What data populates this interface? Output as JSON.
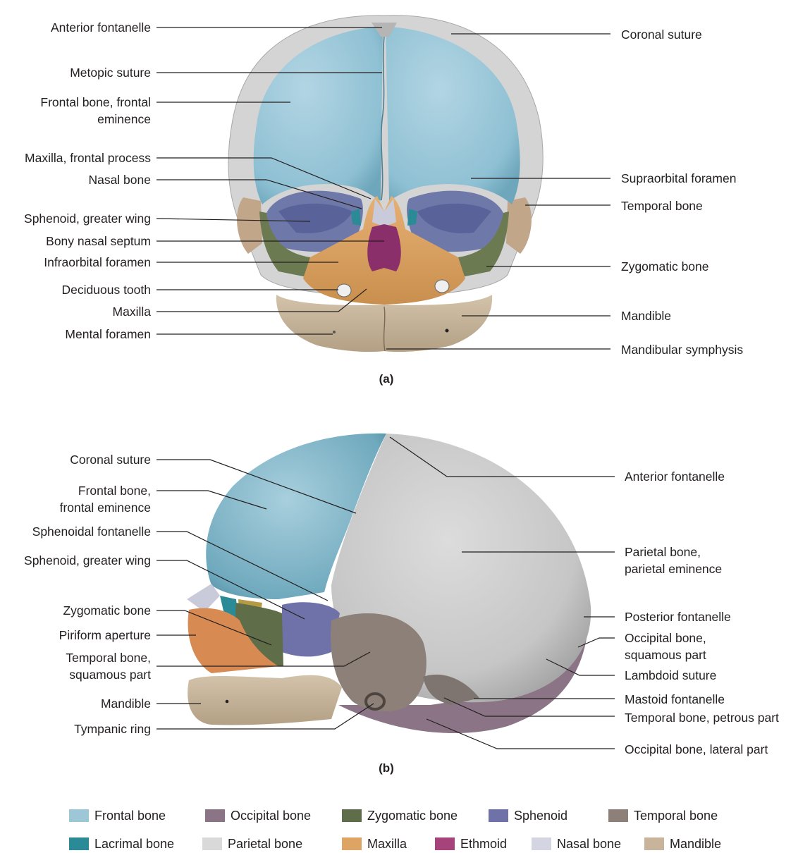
{
  "panels": {
    "a": {
      "caption": "(a)",
      "labels_left": [
        {
          "id": "anterior-fontanelle",
          "lines": [
            "Anterior fontanelle"
          ]
        },
        {
          "id": "metopic-suture",
          "lines": [
            "Metopic suture"
          ]
        },
        {
          "id": "frontal-bone-frontal-eminence",
          "lines": [
            "Frontal bone, frontal",
            "eminence"
          ]
        },
        {
          "id": "maxilla-frontal-process",
          "lines": [
            "Maxilla, frontal process"
          ]
        },
        {
          "id": "nasal-bone",
          "lines": [
            "Nasal bone"
          ]
        },
        {
          "id": "sphenoid-greater-wing",
          "lines": [
            "Sphenoid, greater wing"
          ]
        },
        {
          "id": "bony-nasal-septum",
          "lines": [
            "Bony nasal septum"
          ]
        },
        {
          "id": "infraorbital-foramen",
          "lines": [
            "Infraorbital foramen"
          ]
        },
        {
          "id": "deciduous-tooth",
          "lines": [
            "Deciduous tooth"
          ]
        },
        {
          "id": "maxilla",
          "lines": [
            "Maxilla"
          ]
        },
        {
          "id": "mental-foramen",
          "lines": [
            "Mental foramen"
          ]
        }
      ],
      "labels_right": [
        {
          "id": "coronal-suture",
          "lines": [
            "Coronal suture"
          ]
        },
        {
          "id": "supraorbital-foramen",
          "lines": [
            "Supraorbital foramen"
          ]
        },
        {
          "id": "temporal-bone",
          "lines": [
            "Temporal bone"
          ]
        },
        {
          "id": "zygomatic-bone",
          "lines": [
            "Zygomatic bone"
          ]
        },
        {
          "id": "mandible",
          "lines": [
            "Mandible"
          ]
        },
        {
          "id": "mandibular-symphysis",
          "lines": [
            "Mandibular symphysis"
          ]
        }
      ]
    },
    "b": {
      "caption": "(b)",
      "labels_left": [
        {
          "id": "coronal-suture",
          "lines": [
            "Coronal suture"
          ]
        },
        {
          "id": "frontal-bone-frontal-eminence",
          "lines": [
            "Frontal bone,",
            "frontal eminence"
          ]
        },
        {
          "id": "sphenoidal-fontanelle",
          "lines": [
            "Sphenoidal fontanelle"
          ]
        },
        {
          "id": "sphenoid-greater-wing",
          "lines": [
            "Sphenoid, greater wing"
          ]
        },
        {
          "id": "zygomatic-bone",
          "lines": [
            "Zygomatic bone"
          ]
        },
        {
          "id": "piriform-aperture",
          "lines": [
            "Piriform aperture"
          ]
        },
        {
          "id": "temporal-bone-squamous-part",
          "lines": [
            "Temporal bone,",
            "squamous part"
          ]
        },
        {
          "id": "mandible",
          "lines": [
            "Mandible"
          ]
        },
        {
          "id": "tympanic-ring",
          "lines": [
            "Tympanic ring"
          ]
        }
      ],
      "labels_right": [
        {
          "id": "anterior-fontanelle",
          "lines": [
            "Anterior fontanelle"
          ]
        },
        {
          "id": "parietal-bone-parietal-eminence",
          "lines": [
            "Parietal bone,",
            "parietal eminence"
          ]
        },
        {
          "id": "posterior-fontanelle",
          "lines": [
            "Posterior fontanelle"
          ]
        },
        {
          "id": "occipital-bone-squamous-part",
          "lines": [
            "Occipital bone,",
            "squamous part"
          ]
        },
        {
          "id": "lambdoid-suture",
          "lines": [
            "Lambdoid suture"
          ]
        },
        {
          "id": "mastoid-fontanelle",
          "lines": [
            "Mastoid fontanelle"
          ]
        },
        {
          "id": "temporal-bone-petrous-part",
          "lines": [
            "Temporal bone, petrous part"
          ]
        },
        {
          "id": "occipital-bone-lateral-part",
          "lines": [
            "Occipital bone, lateral part"
          ]
        }
      ]
    }
  },
  "legend": [
    {
      "label": "Frontal bone",
      "color": "#9dc7d6"
    },
    {
      "label": "Occipital bone",
      "color": "#8a7486"
    },
    {
      "label": "Zygomatic bone",
      "color": "#5f6e48"
    },
    {
      "label": "Sphenoid",
      "color": "#6e72a8"
    },
    {
      "label": "Temporal bone",
      "color": "#8c8078"
    },
    {
      "label": "Lacrimal bone",
      "color": "#2a8a96"
    },
    {
      "label": "Parietal bone",
      "color": "#d9d9d9"
    },
    {
      "label": "Maxilla",
      "color": "#dda463"
    },
    {
      "label": "Ethmoid",
      "color": "#a5437a"
    },
    {
      "label": "Nasal bone",
      "color": "#d3d5e3"
    },
    {
      "label": "Mandible",
      "color": "#c7b49a"
    }
  ]
}
